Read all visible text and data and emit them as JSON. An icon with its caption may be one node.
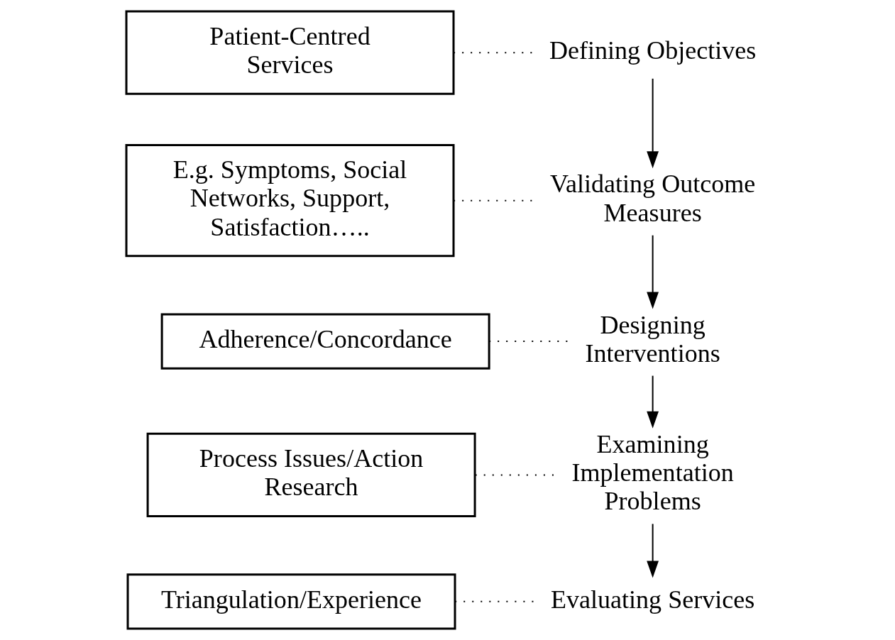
{
  "diagram": {
    "nodes": [
      {
        "text": [
          "Patient-Centred Services"
        ]
      },
      {
        "text": [
          "Defining Objectives"
        ]
      },
      {
        "text": [
          "E.g. Symptoms, Social Networks, Support, Satisfaction….."
        ]
      },
      {
        "text": [
          "Validating Outcome Measures"
        ]
      },
      {
        "text": [
          "Adherence/Concordance"
        ]
      },
      {
        "text": [
          "Designing Interventions"
        ]
      },
      {
        "text": [
          "Process Issues/Action Research"
        ]
      },
      {
        "text": [
          "Examining Implementation Problems"
        ]
      },
      {
        "text": [
          "Triangulation/Experience"
        ]
      },
      {
        "text": [
          "Evaluating Services"
        ]
      }
    ],
    "edges": [
      {
        "from": 0,
        "to": 1,
        "arrow": "none",
        "style": "dashed"
      },
      {
        "from": 1,
        "to": 3,
        "arrow": "to"
      },
      {
        "from": 2,
        "to": 3,
        "arrow": "none",
        "style": "dashed"
      },
      {
        "from": 3,
        "to": 5,
        "arrow": "to"
      },
      {
        "from": 4,
        "to": 5,
        "arrow": "none",
        "style": "dashed"
      },
      {
        "from": 5,
        "to": 7,
        "arrow": "to"
      },
      {
        "from": 6,
        "to": 7,
        "arrow": "none",
        "style": "dashed"
      },
      {
        "from": 7,
        "to": 9,
        "arrow": "to"
      },
      {
        "from": 8,
        "to": 9,
        "arrow": "none",
        "style": "dashed"
      }
    ]
  }
}
